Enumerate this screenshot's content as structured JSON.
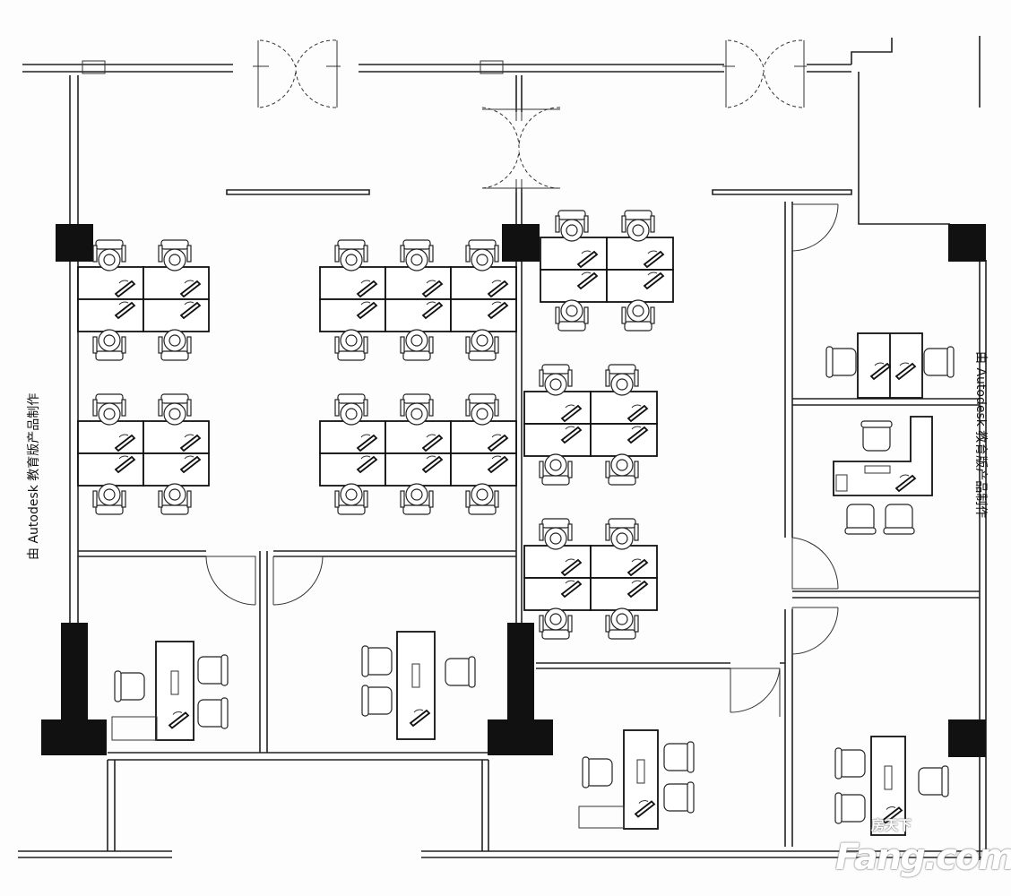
{
  "labels": {
    "left_vertical": "由 Autodesk 教育版产品制作",
    "right_vertical": "由 Autodesk 教育版产品制作"
  },
  "watermark": {
    "chinese": "房天下",
    "english": "Fang.com"
  },
  "colors": {
    "line": "#222222",
    "column": "#111111",
    "background": "#fdfdfd"
  }
}
